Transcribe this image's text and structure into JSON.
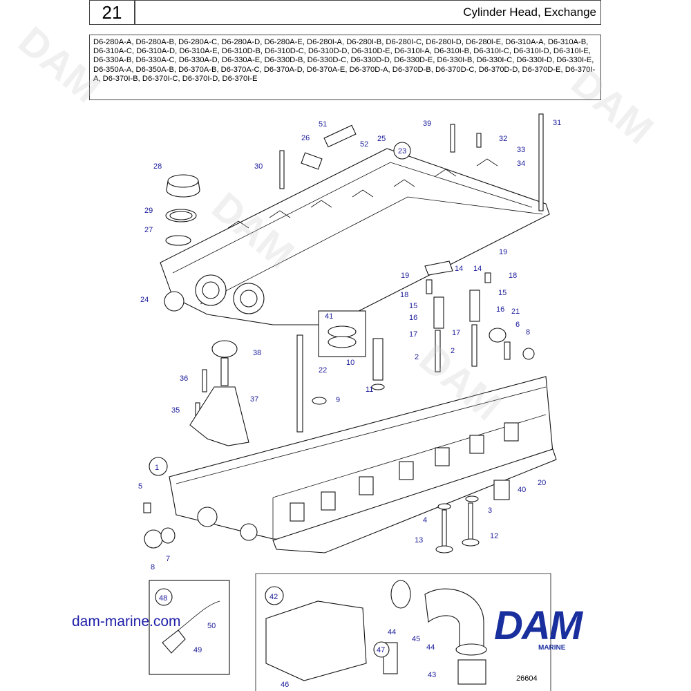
{
  "header": {
    "section_number": "21",
    "title": "Cylinder Head, Exchange",
    "models": "D6-280A-A, D6-280A-B, D6-280A-C, D6-280A-D, D6-280A-E, D6-280I-A, D6-280I-B, D6-280I-C, D6-280I-D, D6-280I-E, D6-310A-A, D6-310A-B, D6-310A-C, D6-310A-D, D6-310A-E, D6-310D-B, D6-310D-C, D6-310D-D, D6-310D-E, D6-310I-A, D6-310I-B, D6-310I-C, D6-310I-D, D6-310I-E, D6-330A-B, D6-330A-C, D6-330A-D, D6-330A-E, D6-330D-B, D6-330D-C, D6-330D-D, D6-330D-E, D6-330I-B, D6-330I-C, D6-330I-D, D6-330I-E, D6-350A-A, D6-350A-B, D6-370A-B, D6-370A-C, D6-370A-D, D6-370A-E, D6-370D-A, D6-370D-B, D6-370D-C, D6-370D-D, D6-370D-E, D6-370I-A, D6-370I-B, D6-370I-C, D6-370I-D, D6-370I-E"
  },
  "watermark": "DAM",
  "website": "dam-marine.com",
  "brand": {
    "name": "DAM",
    "subtitle": "MARINE",
    "color": "#1a2f9e"
  },
  "figure_id": "26604",
  "label_color": "#1a1a9a",
  "part_numbers": [
    "1",
    "2",
    "2",
    "3",
    "4",
    "5",
    "6",
    "7",
    "8",
    "8",
    "9",
    "10",
    "11",
    "12",
    "13",
    "14",
    "14",
    "15",
    "15",
    "16",
    "16",
    "17",
    "17",
    "18",
    "18",
    "19",
    "19",
    "20",
    "21",
    "22",
    "23",
    "24",
    "25",
    "26",
    "27",
    "28",
    "29",
    "30",
    "31",
    "32",
    "33",
    "34",
    "35",
    "36",
    "37",
    "38",
    "39",
    "40",
    "41",
    "42",
    "43",
    "44",
    "44",
    "45",
    "46",
    "47",
    "48",
    "49",
    "50",
    "51",
    "52"
  ]
}
